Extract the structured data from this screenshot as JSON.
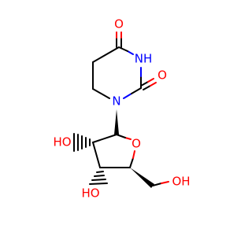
{
  "atoms": {
    "o_top": "O",
    "nh": "NH",
    "o_right": "O",
    "n_ring": "N",
    "ho_left": "HO",
    "o_ring": "O",
    "ho_bottom": "HO",
    "oh_right": "OH"
  },
  "colors": {
    "oxygen": "#ff0000",
    "nitrogen": "#0000ff",
    "carbon": "#000000"
  }
}
